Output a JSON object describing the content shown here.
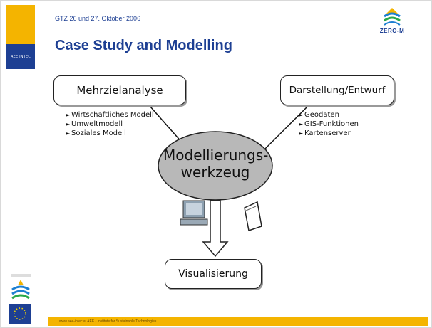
{
  "header": {
    "date_line": "GTZ 26 und 27. Oktober 2006",
    "title": "Case Study and Modelling",
    "logo_text": "ZERO-M"
  },
  "sidebar": {
    "org_label": "AEE INTEC"
  },
  "diagram": {
    "left_box": {
      "label": "Mehrzielanalyse",
      "bullets": [
        "Wirtschaftliches Modell",
        "Umweltmodell",
        "Soziales Modell"
      ]
    },
    "right_box": {
      "label": "Darstellung/Entwurf",
      "bullets": [
        "Geodaten",
        "GIS-Funktionen",
        "Kartenserver"
      ]
    },
    "center": {
      "line1": "Modellierungs-",
      "line2": "werkzeug"
    },
    "bottom_box": {
      "label": "Visualisierung"
    }
  },
  "footer": {
    "text": "www.aee-intec.at   AEE - Institute for Sustainable Technologies"
  },
  "colors": {
    "accent_yellow": "#f4b400",
    "brand_blue": "#1d3f93",
    "ellipse_fill": "#b8b8b8"
  }
}
